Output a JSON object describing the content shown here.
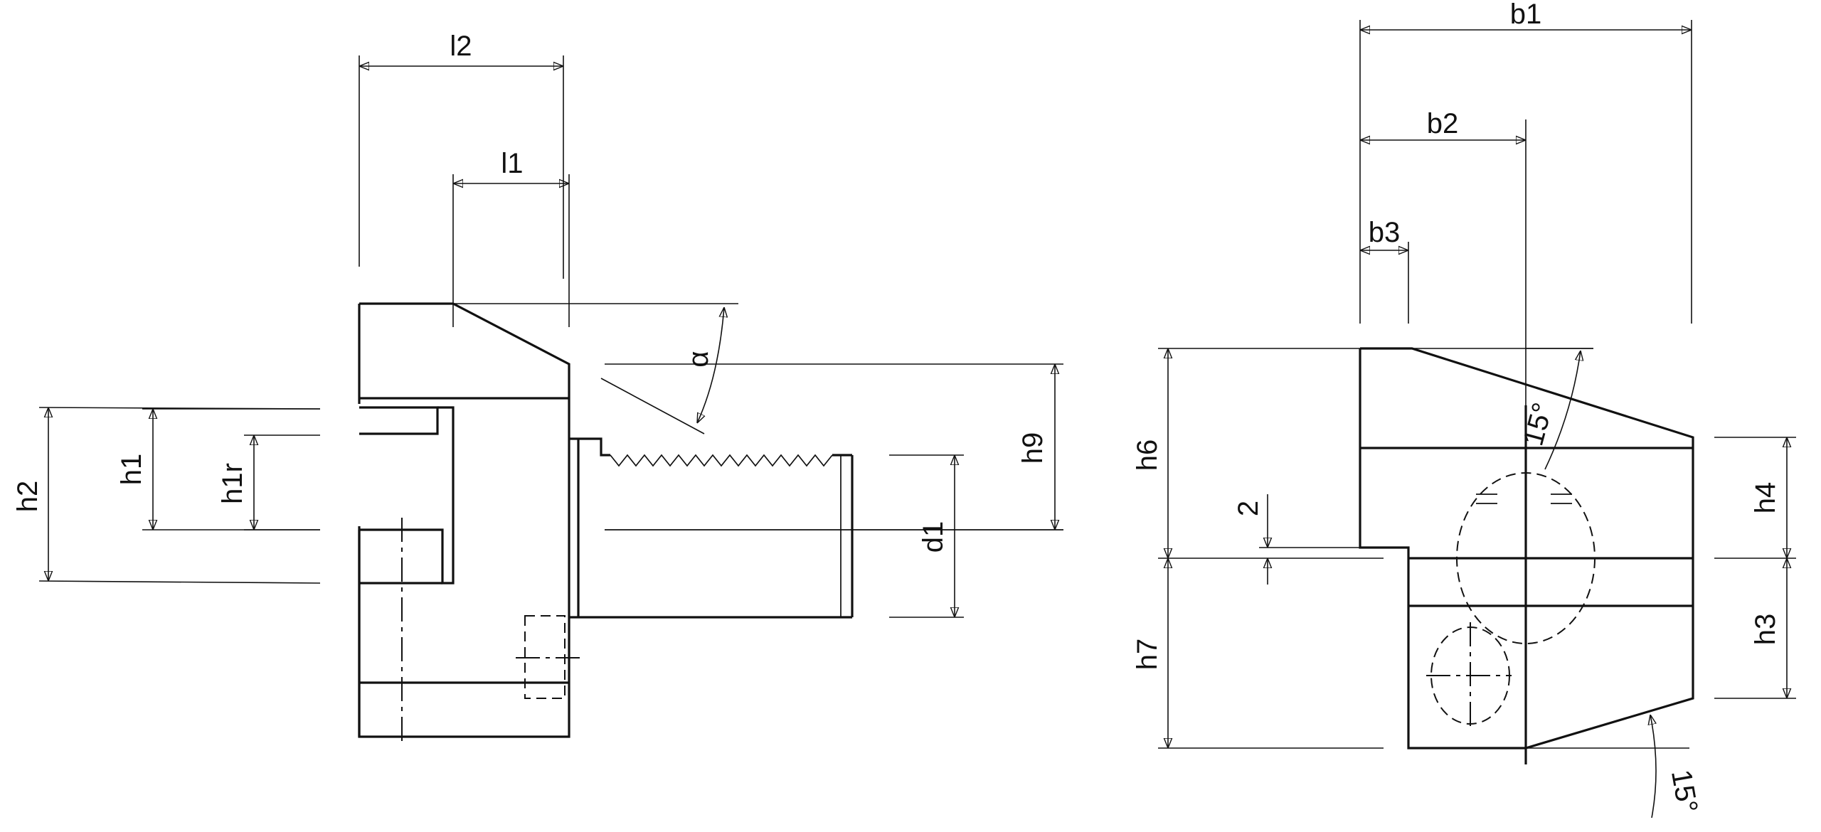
{
  "labels": {
    "l2": "l2",
    "l1": "l1",
    "h2": "h2",
    "h1": "h1",
    "h1r": "h1r",
    "alpha": "α",
    "h9": "h9",
    "d1": "d1",
    "b1": "b1",
    "b2": "b2",
    "b3": "b3",
    "h6": "h6",
    "h7": "h7",
    "two": "2",
    "deg_top": "15°",
    "deg_bottom": "15°",
    "h4": "h4",
    "h3": "h3"
  }
}
